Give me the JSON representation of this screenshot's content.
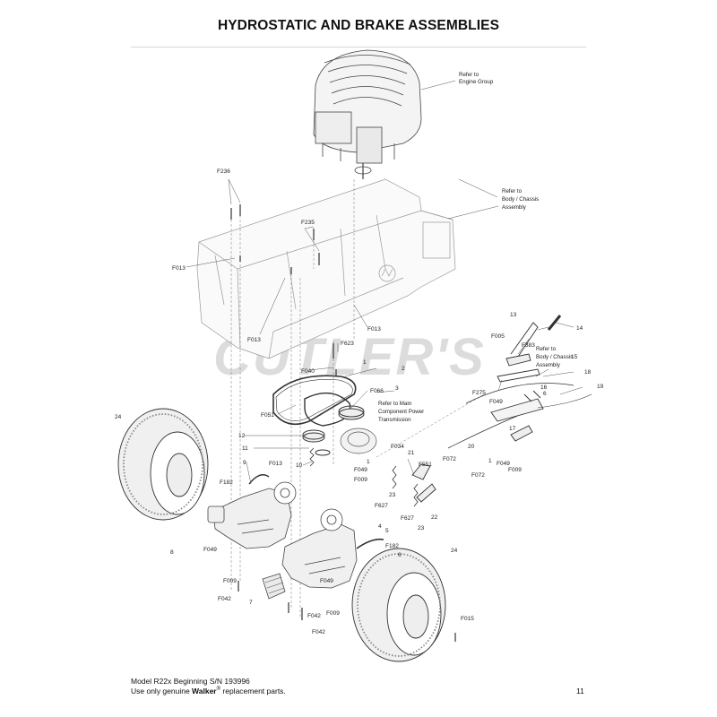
{
  "title": "HYDROSTATIC AND BRAKE ASSEMBLIES",
  "watermark": "CUTLER'S",
  "callouts": {
    "refer_engine": [
      "Refer to",
      "Engine Group"
    ],
    "refer_body1": [
      "Refer to",
      "Body / Chassis",
      "Assembly"
    ],
    "refer_body2": [
      "Refer to",
      "Body / Chassis",
      "Assembly"
    ],
    "refer_power": [
      "Refer to Main",
      "Component Power",
      "Transmission"
    ]
  },
  "labels": {
    "F236": "F236",
    "F235": "F235",
    "F013a": "F013",
    "F013b": "F013",
    "F013c": "F013",
    "F013d": "F013",
    "F623": "F623",
    "F040": "F040",
    "n1a": "1",
    "n2": "2",
    "n3": "3",
    "F066": "F066",
    "F051": "F051",
    "n12": "12",
    "n11": "11",
    "n10": "10",
    "n9": "9",
    "F182a": "F182",
    "F049a": "F049",
    "F009a": "F009",
    "n1b": "1",
    "F034": "F034",
    "n21": "21",
    "F551": "F551",
    "n24a": "24",
    "n8": "8",
    "F049b": "F049",
    "F009b": "F009",
    "F042a": "F042",
    "n7": "7",
    "F049c": "F049",
    "F042b": "F042",
    "F009c": "F009",
    "F042c": "F042",
    "F627a": "F627",
    "F627b": "F627",
    "n23a": "23",
    "n23b": "23",
    "n22": "22",
    "n4": "4",
    "n5": "5",
    "F182b": "F182",
    "n6": "6",
    "n24b": "24",
    "F015": "F015",
    "n13": "13",
    "n14": "14",
    "F005": "F005",
    "F383": "F383",
    "n15": "15",
    "n18": "18",
    "n19": "19",
    "n16": "16",
    "n6b": "6",
    "F275": "F275",
    "F049d": "F049",
    "n17": "17",
    "n20": "20",
    "F072a": "F072",
    "n1c": "1",
    "F049e": "F049",
    "F009d": "F009",
    "F072b": "F072"
  },
  "footer": {
    "line1": "Model R22x Beginning S/N 193996",
    "line2_prefix": "Use only genuine ",
    "line2_brand": "Walker",
    "line2_reg": "®",
    "line2_suffix": " replacement parts.",
    "page_number": "11"
  }
}
